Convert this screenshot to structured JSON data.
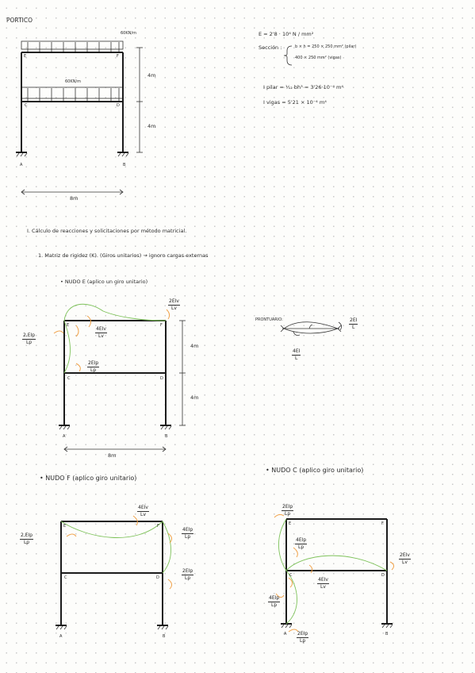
{
  "title": "PORTICO",
  "top_frame": {
    "load_top": "60KN/m",
    "load_mid": "60KN/m",
    "nodes": {
      "E": "E",
      "F": "F",
      "C": "C",
      "D": "D",
      "A": "A",
      "B": "B"
    },
    "dim_h1": "4m",
    "dim_h2": "4m",
    "dim_w": "8m"
  },
  "properties": {
    "E": "E = 2'8 · 10⁴ N / mm²",
    "seccion_label": "Sección :",
    "seccion_pilar": "b × h = 250 × 250 mm²  (pilar)",
    "seccion_viga": "400 × 250 mm²  (vigas)",
    "I_pilar": "I pilar = ¹⁄₁₂ bh³ = 3'26·10⁻⁴ m⁴",
    "I_viga": "I vigas = 5'21 × 10⁻⁴ m⁴"
  },
  "heading1": "I. Cálculo de reacciones y solicitaciones por método matricial.",
  "heading2": "1. Matriz de rigidez (K). (Giros unitarios) → ignoro cargas externas",
  "section_E": {
    "bullet": "• NUDO E (aplico un giro unitario)",
    "frac_top_right": {
      "num": "2EIv",
      "den": "Lv"
    },
    "frac_left": {
      "num": "2,EIp",
      "den": "Lp"
    },
    "frac_mid": {
      "num": "4EIv",
      "den": "Lv"
    },
    "frac_low": {
      "num": "2EIp",
      "den": "Lp"
    },
    "dim_h1": "4m",
    "dim_h2": "4m",
    "dim_w": "8m",
    "nodes": {
      "E": "E",
      "F": "F",
      "C": "C",
      "D": "D",
      "A": "A",
      "B": "B"
    }
  },
  "prontuario": {
    "label": "PRONTUARIO:",
    "frac_right": {
      "num": "2EI",
      "den": "L"
    },
    "frac_below": {
      "num": "4EI",
      "den": "L"
    }
  },
  "section_F": {
    "bullet": "• NUDO F (aplico giro unitario)",
    "frac_top": {
      "num": "4EIv",
      "den": "Lv"
    },
    "frac_left": {
      "num": "2,EIp",
      "den": "Lp"
    },
    "frac_right1": {
      "num": "4EIp",
      "den": "Lp"
    },
    "frac_right2": {
      "num": "2EIp",
      "den": "Lp"
    },
    "nodes": {
      "E": "E",
      "F": "F",
      "C": "C",
      "D": "D",
      "A": "A",
      "B": "B"
    }
  },
  "section_C": {
    "bullet": "• NUDO C (aplico giro unitario)",
    "frac_top": {
      "num": "2EIp",
      "den": "Lp"
    },
    "frac_1": {
      "num": "4EIp",
      "den": "Lp"
    },
    "frac_right": {
      "num": "2EIv",
      "den": "Lv"
    },
    "frac_2": {
      "num": "4EIv",
      "den": "Lv"
    },
    "frac_3": {
      "num": "4EIp",
      "den": "Lp"
    },
    "frac_bottom": {
      "num": "2EIp",
      "den": "Lp"
    },
    "nodes": {
      "E": "E",
      "F": "F",
      "C": "C",
      "D": "D",
      "A": "A",
      "B": "B"
    }
  }
}
